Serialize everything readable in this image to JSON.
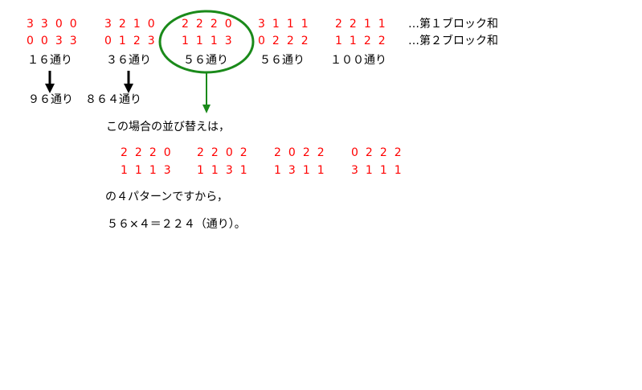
{
  "table": {
    "columns": [
      {
        "block1": "3300",
        "block2": "0033",
        "count": "１６通り",
        "total": "９６通り"
      },
      {
        "block1": "3210",
        "block2": "0123",
        "count": "３６通り",
        "total": "８６４通り"
      },
      {
        "block1": "2220",
        "block2": "1113",
        "count": "５６通り"
      },
      {
        "block1": "3111",
        "block2": "0222",
        "count": "５６通り"
      },
      {
        "block1": "2211",
        "block2": "1122",
        "count": "１００通り"
      }
    ],
    "label1": "…第１ブロック和",
    "label2": "…第２ブロック和"
  },
  "explanation": {
    "intro": "この場合の並び替えは，",
    "patterns": [
      {
        "top": "2220",
        "bottom": "1113"
      },
      {
        "top": "2202",
        "bottom": "1131"
      },
      {
        "top": "2022",
        "bottom": "1311"
      },
      {
        "top": "0222",
        "bottom": "3111"
      }
    ],
    "pattern_note": "の４パターンですから，",
    "result": "５６×４＝２２４（通り）。"
  },
  "colors": {
    "red": "#ff0000",
    "green": "#008000"
  }
}
